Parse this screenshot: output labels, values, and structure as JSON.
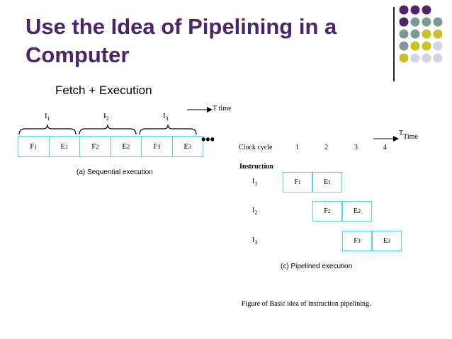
{
  "slide": {
    "title": "Use the Idea of Pipelining in a Computer",
    "subtitle": "Fetch + Execution",
    "footer_caption": "Figure of Basic idea of instruction pipelining.",
    "colors": {
      "title": "#4b2469",
      "cell_border": "#4fd8e8",
      "dot_purple": "#4b2469",
      "dot_teal": "#7a9a96",
      "dot_olive": "#c9c227",
      "dot_grey": "#d6d4e0"
    }
  },
  "sequential": {
    "time_label": "T",
    "time_word": "time",
    "instructions": [
      {
        "letter": "I",
        "index": "1"
      },
      {
        "letter": "I",
        "index": "2"
      },
      {
        "letter": "I",
        "index": "3"
      }
    ],
    "cells": [
      {
        "letter": "F",
        "index": "1"
      },
      {
        "letter": "E",
        "index": "1"
      },
      {
        "letter": "F",
        "index": "2"
      },
      {
        "letter": "E",
        "index": "2"
      },
      {
        "letter": "F",
        "index": "3"
      },
      {
        "letter": "E",
        "index": "3"
      }
    ],
    "ellipsis": "•••",
    "caption": "(a) Sequential execution"
  },
  "pipelined": {
    "time_label": "T",
    "time_word": "Time",
    "clock_label": "Clock cycle",
    "cycles": [
      "1",
      "2",
      "3",
      "4"
    ],
    "instruction_header": "Instruction",
    "rows": [
      {
        "letter": "I",
        "index": "1",
        "fetch": {
          "letter": "F",
          "index": "1"
        },
        "exec": {
          "letter": "E",
          "index": "1"
        }
      },
      {
        "letter": "I",
        "index": "2",
        "fetch": {
          "letter": "F",
          "index": "2"
        },
        "exec": {
          "letter": "E",
          "index": "2"
        }
      },
      {
        "letter": "I",
        "index": "3",
        "fetch": {
          "letter": "F",
          "index": "3"
        },
        "exec": {
          "letter": "E",
          "index": "3"
        }
      }
    ],
    "caption": "(c) Pipelined execution"
  }
}
